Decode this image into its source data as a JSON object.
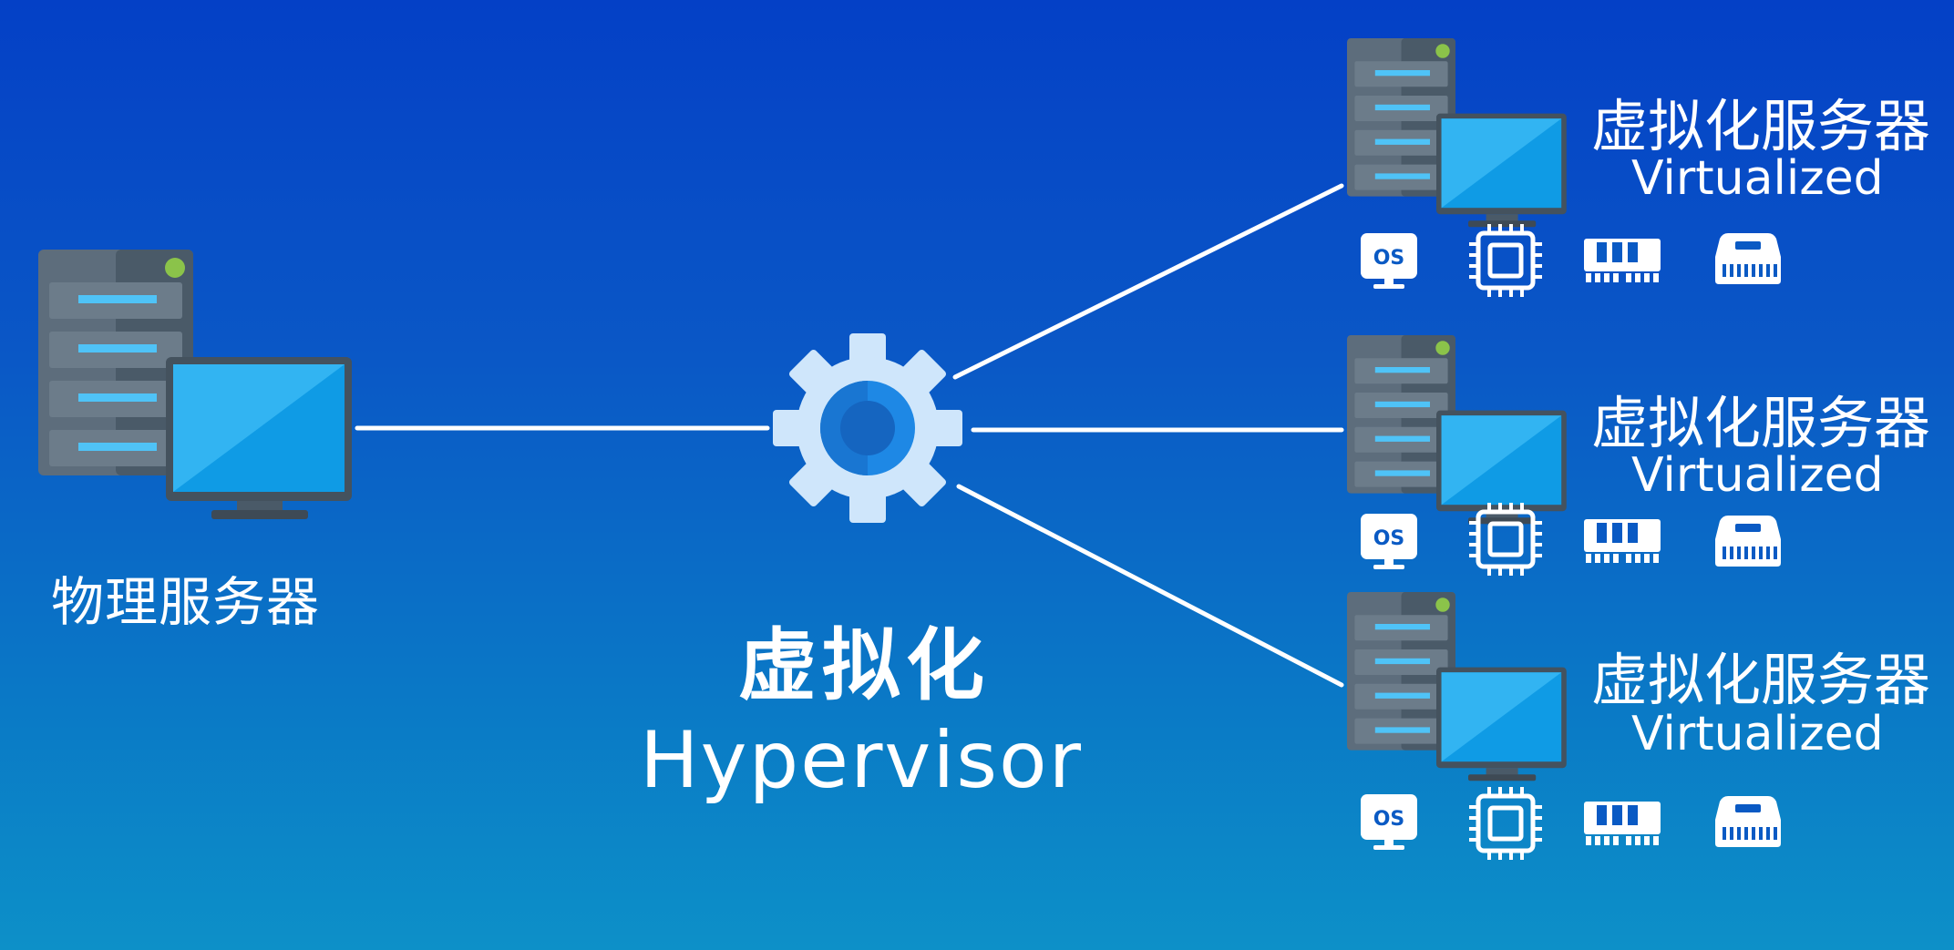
{
  "physical": {
    "label": "物理服务器",
    "icon": "server-monitor-icon"
  },
  "hypervisor": {
    "label_zh": "虚拟化",
    "label_en": "Hypervisor",
    "icon": "gear-icon"
  },
  "virtual_servers": [
    {
      "label_zh": "虚拟化服务器",
      "label_en": "Virtualized",
      "resources": [
        "os-monitor-icon",
        "cpu-chip-icon",
        "ram-module-icon",
        "disk-drive-icon"
      ]
    },
    {
      "label_zh": "虚拟化服务器",
      "label_en": "Virtualized",
      "resources": [
        "os-monitor-icon",
        "cpu-chip-icon",
        "ram-module-icon",
        "disk-drive-icon"
      ]
    },
    {
      "label_zh": "虚拟化服务器",
      "label_en": "Virtualized",
      "resources": [
        "os-monitor-icon",
        "cpu-chip-icon",
        "ram-module-icon",
        "disk-drive-icon"
      ]
    }
  ],
  "os_badge_text": "OS",
  "colors": {
    "background_top": "#0440c6",
    "background_bottom": "#0d90c8",
    "server_dark": "#4a5a68",
    "server_light": "#5d6d7c",
    "server_slot": "#6c7c8a",
    "server_light_bar": "#4fc3f7",
    "status_led": "#8bc34a",
    "monitor_frame": "#44525e",
    "monitor_screen": "#0f9be5",
    "monitor_screen_light": "#32b4f2",
    "gear_outer": "#cfe6fb",
    "gear_ring": "#1e88e5",
    "gear_hole": "#1565c0",
    "connector": "#ffffff"
  }
}
